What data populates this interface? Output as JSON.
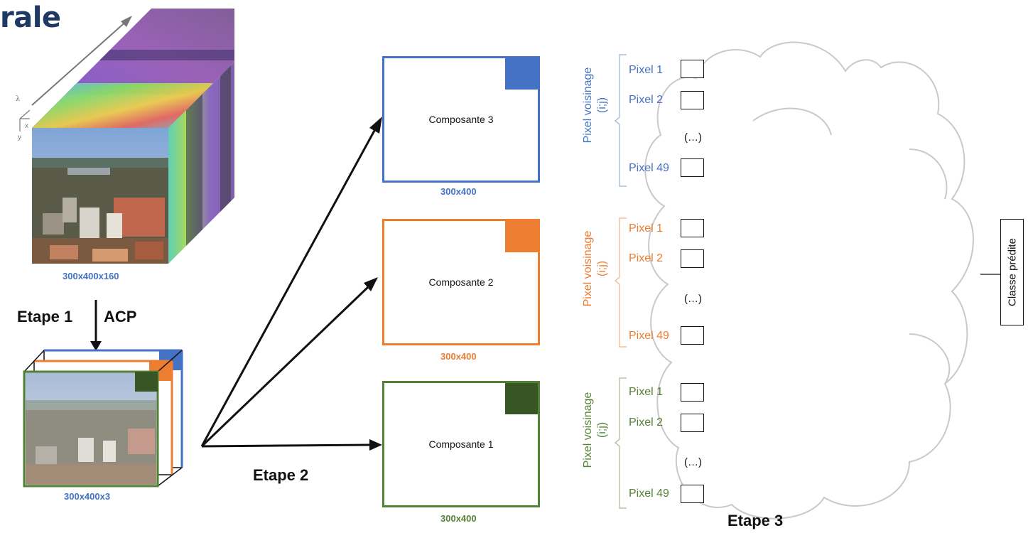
{
  "title_fragment": "rale",
  "colors": {
    "blue": "#4472c4",
    "orange": "#ed7d31",
    "green": "#548235",
    "dark_green": "#375623",
    "title": "#1e3a63"
  },
  "cube": {
    "axes": {
      "lambda": "λ",
      "x": "x",
      "y": "y"
    },
    "dims": "300x400x160"
  },
  "step1": {
    "label": "Etape 1",
    "method": "ACP"
  },
  "reduced_cube": {
    "dims": "300x400x3"
  },
  "step2": {
    "label": "Etape 2"
  },
  "components": [
    {
      "label": "Composante 3",
      "dims": "300x400",
      "color": "#4472c4"
    },
    {
      "label": "Composante 2",
      "dims": "300x400",
      "color": "#ed7d31"
    },
    {
      "label": "Composante 1",
      "dims": "300x400",
      "color": "#548235"
    }
  ],
  "groups": [
    {
      "title": "Pixel voisinage",
      "coords": "(i;j)",
      "color": "#4472c4",
      "pixels": [
        "Pixel 1",
        "Pixel 2",
        "Pixel 49"
      ],
      "ellipsis": "(…)"
    },
    {
      "title": "Pixel voisinage",
      "coords": "(i;j)",
      "color": "#ed7d31",
      "pixels": [
        "Pixel 1",
        "Pixel 2",
        "Pixel 49"
      ],
      "ellipsis": "(…)"
    },
    {
      "title": "Pixel voisinage",
      "coords": "(i;j)",
      "color": "#548235",
      "pixels": [
        "Pixel 1",
        "Pixel 2",
        "Pixel 49"
      ],
      "ellipsis": "(…)"
    }
  ],
  "step3": {
    "label": "Etape 3"
  },
  "output": {
    "label": "Classe prédite"
  },
  "icons": {
    "arrow": "arrow-icon",
    "cloud": "neural-network-cloud-icon"
  }
}
